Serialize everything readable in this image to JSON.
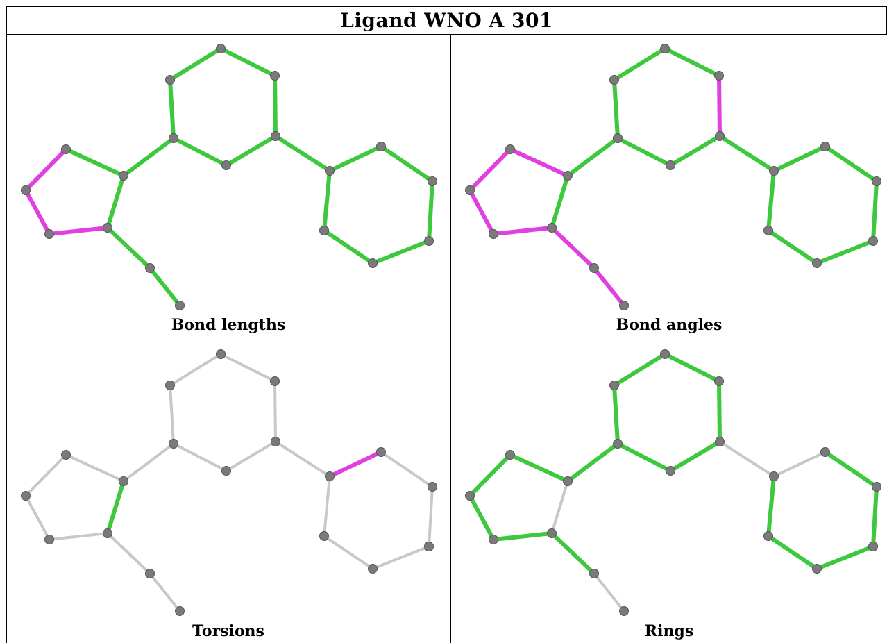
{
  "title": "Ligand WNO A 301",
  "colors": {
    "green": "#3ec83e",
    "magenta": "#e040e0",
    "grey": "#c8c8c8",
    "atom": "#7a7a7a"
  },
  "panels": [
    {
      "caption": "Bond lengths",
      "bond_colors": [
        "g",
        "g",
        "g",
        "g",
        "g",
        "g",
        "g",
        "g",
        "g",
        "g",
        "g",
        "g",
        "g",
        "g",
        "g",
        "g",
        "m",
        "m",
        "m",
        "g",
        "g",
        "g",
        "g"
      ]
    },
    {
      "caption": "Bond angles",
      "bond_colors": [
        "g",
        "m",
        "g",
        "g",
        "g",
        "g",
        "g",
        "g",
        "g",
        "g",
        "g",
        "g",
        "g",
        "g",
        "g",
        "m",
        "m",
        "m",
        "m",
        "m",
        "m",
        "m",
        "g"
      ]
    },
    {
      "caption": "Torsions",
      "bond_colors": [
        "s",
        "s",
        "s",
        "s",
        "s",
        "s",
        "s",
        "m",
        "s",
        "s",
        "s",
        "s",
        "s",
        "s",
        "g",
        "s",
        "s",
        "s",
        "s",
        "s",
        "s",
        "m",
        "s"
      ]
    },
    {
      "caption": "Rings",
      "bond_colors": [
        "g",
        "g",
        "g",
        "g",
        "g",
        "g",
        "s",
        "s",
        "g",
        "g",
        "g",
        "g",
        "g",
        "g",
        "s",
        "g",
        "g",
        "g",
        "g",
        "g",
        "s",
        "s",
        "s"
      ]
    }
  ]
}
